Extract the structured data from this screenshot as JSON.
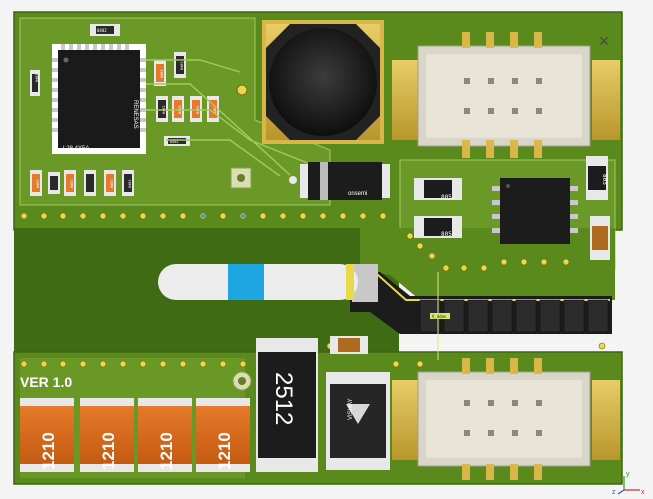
{
  "board": {
    "version_label": "VER 1.0",
    "colors": {
      "board": "#5a8a1c",
      "copper": "#7fa93a",
      "mask_dark": "#3f6b14",
      "gold": "#d8b648"
    }
  },
  "components": {
    "ic_main_top": "L28.4X5A",
    "ic_main_brand": "RENESAS",
    "ic_top_small_label": "0402",
    "diode_brand": "onsemi",
    "inductor_805_a": "805",
    "inductor_805_b": "805",
    "inductor_805_c": "805",
    "resistor_2512": "2512",
    "cap_1210": [
      "1210",
      "1210",
      "1210",
      "1210"
    ],
    "vishay_brand": "VISHAY",
    "flex_label": "V_dden",
    "small_caps": [
      "0402",
      "0402",
      "0402",
      "0402",
      "0402",
      "0402",
      "0402",
      "0402",
      "0402",
      "0402",
      "0402",
      "0402"
    ]
  },
  "axes_indicator": {
    "y": "y",
    "z": "z",
    "x": "x"
  },
  "icons": {
    "close": "close-icon"
  }
}
